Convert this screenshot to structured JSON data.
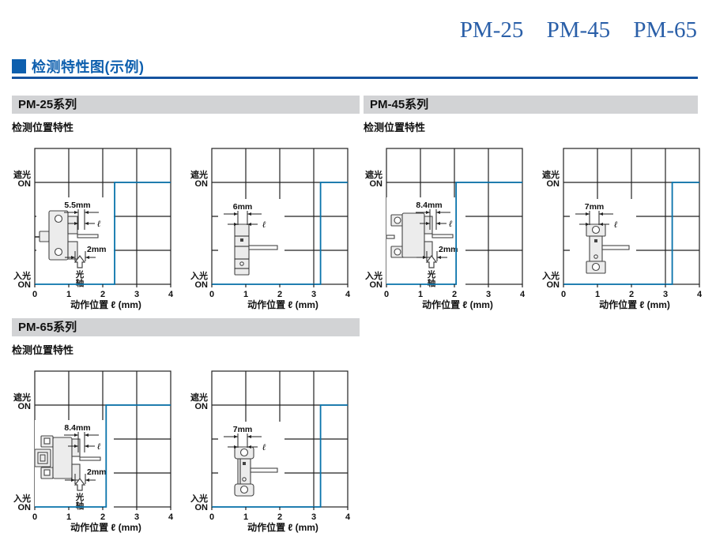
{
  "page": {
    "doc_title": "PM-25 PM-45 PM-65",
    "heading": "检测特性图(示例)",
    "colors": {
      "accent_blue": "#0d5fae",
      "rule_blue": "#15539f",
      "chart_line_blue": "#0873ab",
      "bar_gray": "#d2d3d5"
    }
  },
  "sections": [
    {
      "title": "PM-25系列",
      "subtitle": "检测位置特性"
    },
    {
      "title": "PM-45系列",
      "subtitle": "检测位置特性"
    },
    {
      "title": "PM-65系列",
      "subtitle": "检测位置特性"
    }
  ],
  "chart_data": [
    {
      "type": "line",
      "series": "PM-25系列",
      "xlabel": "动作位置 ℓ (mm)",
      "x_ticks": [
        "0",
        "1",
        "2",
        "3",
        "4"
      ],
      "xlim": [
        0,
        4
      ],
      "grid": true,
      "y_states": {
        "high": [
          "遮光",
          "ON"
        ],
        "low": [
          "入光",
          "ON"
        ]
      },
      "step_at_mm": 2.35,
      "line_points": [
        [
          0,
          "入光 ON"
        ],
        [
          2.35,
          "入光 ON"
        ],
        [
          2.35,
          "遮光 ON"
        ],
        [
          4,
          "遮光 ON"
        ]
      ],
      "line_color": "#0873ab",
      "sensor": {
        "glyph": "pm25-side",
        "dim_top": "5.5mm",
        "dim_ell": "ℓ",
        "dim_mid": "2mm",
        "axis_text": [
          "光",
          "轴"
        ]
      }
    },
    {
      "type": "line",
      "series": "PM-25系列",
      "xlabel": "动作位置 ℓ (mm)",
      "x_ticks": [
        "0",
        "1",
        "2",
        "3",
        "4"
      ],
      "xlim": [
        0,
        4
      ],
      "grid": true,
      "y_states": {
        "high": [
          "遮光",
          "ON"
        ],
        "low": [
          "入光",
          "ON"
        ]
      },
      "step_at_mm": 3.2,
      "line_points": [
        [
          0,
          "入光 ON"
        ],
        [
          3.2,
          "入光 ON"
        ],
        [
          3.2,
          "遮光 ON"
        ],
        [
          4,
          "遮光 ON"
        ]
      ],
      "line_color": "#0873ab",
      "sensor": {
        "glyph": "pm25-front",
        "dim_top": "6mm",
        "dim_ell": "ℓ"
      }
    },
    {
      "type": "line",
      "series": "PM-45系列",
      "xlabel": "动作位置 ℓ (mm)",
      "x_ticks": [
        "0",
        "1",
        "2",
        "3",
        "4"
      ],
      "xlim": [
        0,
        4
      ],
      "grid": true,
      "y_states": {
        "high": [
          "遮光",
          "ON"
        ],
        "low": [
          "入光",
          "ON"
        ]
      },
      "step_at_mm": 2.05,
      "line_points": [
        [
          0,
          "入光 ON"
        ],
        [
          2.05,
          "入光 ON"
        ],
        [
          2.05,
          "遮光 ON"
        ],
        [
          4,
          "遮光 ON"
        ]
      ],
      "line_color": "#0873ab",
      "sensor": {
        "glyph": "pm45-side",
        "dim_top": "8.4mm",
        "dim_ell": "ℓ",
        "dim_mid": "2mm",
        "axis_text": [
          "光",
          "轴"
        ]
      }
    },
    {
      "type": "line",
      "series": "PM-45系列",
      "xlabel": "动作位置 ℓ (mm)",
      "x_ticks": [
        "0",
        "1",
        "2",
        "3",
        "4"
      ],
      "xlim": [
        0,
        4
      ],
      "grid": true,
      "y_states": {
        "high": [
          "遮光",
          "ON"
        ],
        "low": [
          "入光",
          "ON"
        ]
      },
      "step_at_mm": 3.2,
      "line_points": [
        [
          0,
          "入光 ON"
        ],
        [
          3.2,
          "入光 ON"
        ],
        [
          3.2,
          "遮光 ON"
        ],
        [
          4,
          "遮光 ON"
        ]
      ],
      "line_color": "#0873ab",
      "sensor": {
        "glyph": "pm45-front",
        "dim_top": "7mm",
        "dim_ell": "ℓ"
      }
    },
    {
      "type": "line",
      "series": "PM-65系列",
      "xlabel": "动作位置 ℓ (mm)",
      "x_ticks": [
        "0",
        "1",
        "2",
        "3",
        "4"
      ],
      "xlim": [
        0,
        4
      ],
      "grid": true,
      "y_states": {
        "high": [
          "遮光",
          "ON"
        ],
        "low": [
          "入光",
          "ON"
        ]
      },
      "step_at_mm": 2.1,
      "line_points": [
        [
          0,
          "入光 ON"
        ],
        [
          2.1,
          "入光 ON"
        ],
        [
          2.1,
          "遮光 ON"
        ],
        [
          4,
          "遮光 ON"
        ]
      ],
      "line_color": "#0873ab",
      "sensor": {
        "glyph": "pm65-side",
        "dim_top": "8.4mm",
        "dim_ell": "ℓ",
        "dim_mid": "2mm",
        "axis_text": [
          "光",
          "轴"
        ]
      }
    },
    {
      "type": "line",
      "series": "PM-65系列",
      "xlabel": "动作位置 ℓ (mm)",
      "x_ticks": [
        "0",
        "1",
        "2",
        "3",
        "4"
      ],
      "xlim": [
        0,
        4
      ],
      "grid": true,
      "y_states": {
        "high": [
          "遮光",
          "ON"
        ],
        "low": [
          "入光",
          "ON"
        ]
      },
      "step_at_mm": 3.2,
      "line_points": [
        [
          0,
          "入光 ON"
        ],
        [
          3.2,
          "入光 ON"
        ],
        [
          3.2,
          "遮光 ON"
        ],
        [
          4,
          "遮光 ON"
        ]
      ],
      "line_color": "#0873ab",
      "sensor": {
        "glyph": "pm65-front",
        "dim_top": "7mm",
        "dim_ell": "ℓ"
      }
    }
  ]
}
